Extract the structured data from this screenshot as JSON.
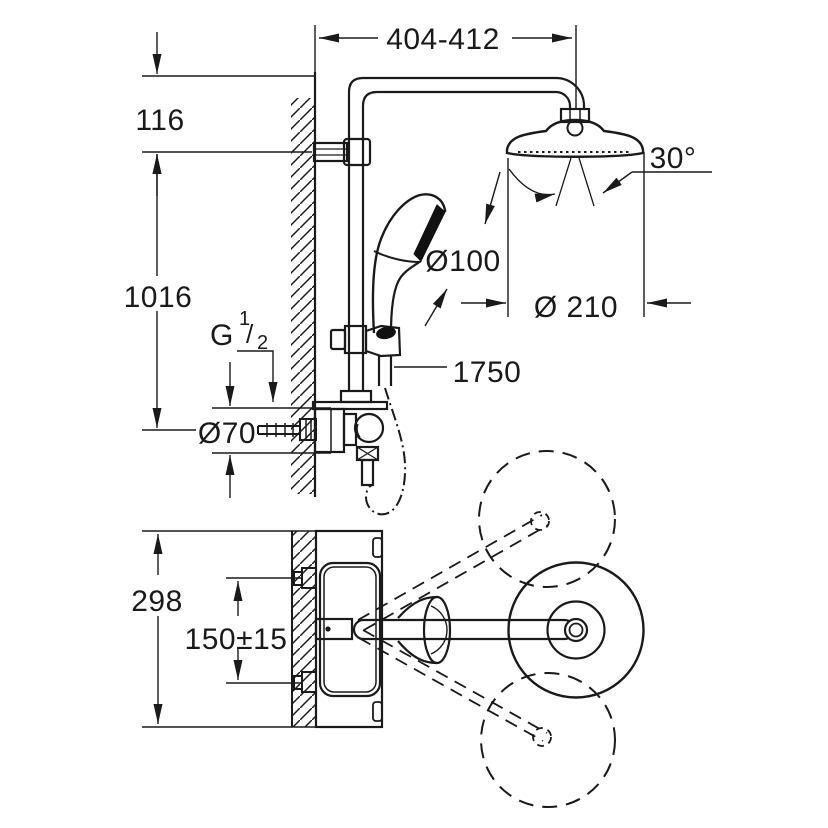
{
  "drawing": {
    "description": "Technical installation diagram of a wall-mounted shower system with head shower, hand shower and exposed thermostat, front view and top view",
    "line_color": "#1a1a1a",
    "background_color": "#ffffff"
  },
  "labels": {
    "top_width": "404-412",
    "wall_offset": "116",
    "rail_height": "1016",
    "thread_prefix": "G",
    "thread_numerator": "1",
    "thread_slash": "/",
    "thread_denominator": "2",
    "escutcheon_diameter": "Ø70",
    "hand_shower_diameter": "Ø100",
    "head_shower_diameter": "Ø 210",
    "spray_angle": "30°",
    "hose_length": "1750",
    "body_height": "298",
    "supply_spacing": "150±15"
  }
}
